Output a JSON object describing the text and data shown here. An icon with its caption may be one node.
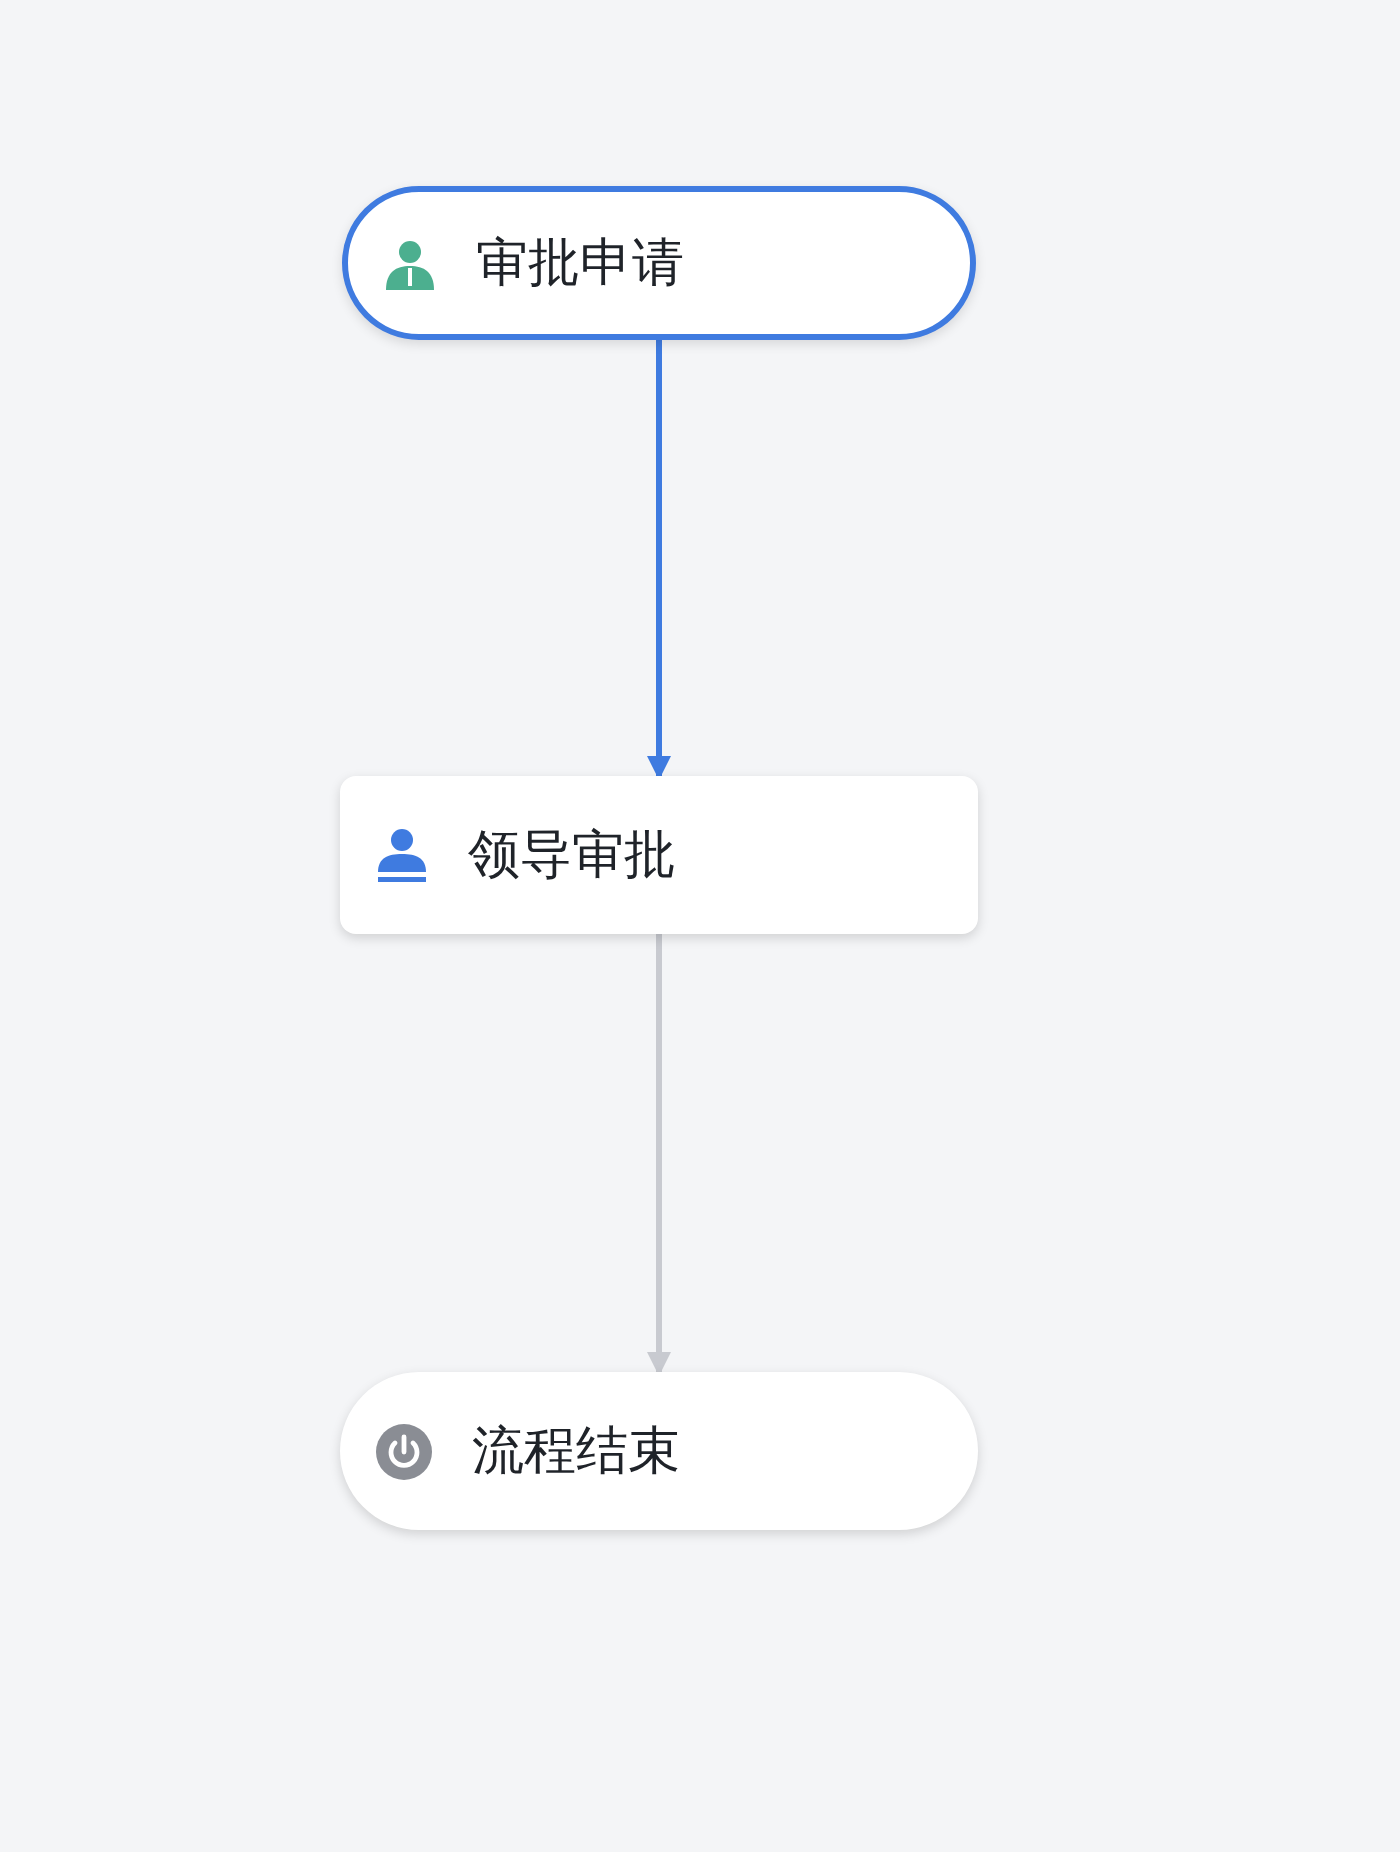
{
  "diagram": {
    "nodes": [
      {
        "text": [
          "审批申请"
        ]
      },
      {
        "text": [
          "领导审批"
        ]
      },
      {
        "text": [
          "流程结束"
        ]
      }
    ],
    "edges": [
      {
        "from": 0,
        "to": 1,
        "arrow": "to",
        "color": "#3f7be0"
      },
      {
        "from": 1,
        "to": 2,
        "arrow": "to",
        "color": "#c8cad0"
      }
    ]
  }
}
